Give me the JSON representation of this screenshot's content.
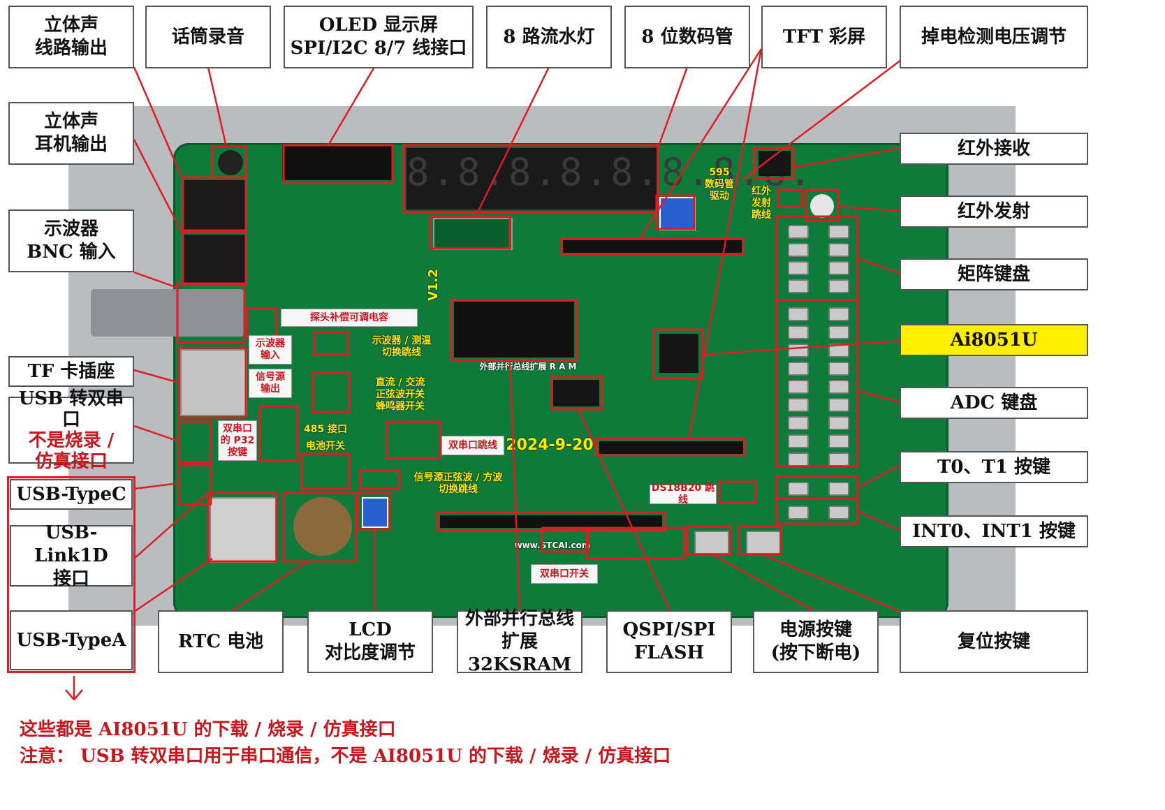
{
  "labels": {
    "stereo_line_out": [
      "立体声",
      "线路输出"
    ],
    "mic_record": "话筒录音",
    "oled": [
      "OLED 显示屏",
      "SPI/I2C 8/7 线接口"
    ],
    "led_8": "8 路流水灯",
    "seg_8": "8 位数码管",
    "tft": "TFT 彩屏",
    "power_fail": "掉电检测电压调节",
    "stereo_headphone": [
      "立体声",
      "耳机输出"
    ],
    "scope_bnc": [
      "示波器",
      "BNC 输入"
    ],
    "tf_card": "TF 卡插座",
    "usb_dual_serial": [
      "USB 转双串口",
      "不是烧录 /",
      "仿真接口"
    ],
    "usb_typec": "USB-TypeC",
    "usb_link1d": [
      "USB-Link1D",
      "接口"
    ],
    "usb_typea": "USB-TypeA",
    "rtc_battery": "RTC 电池",
    "lcd_contrast": [
      "LCD",
      "对比度调节"
    ],
    "ext_bus": [
      "外部并行总线",
      "扩展 32KSRAM"
    ],
    "qspi_flash": [
      "QSPI/SPI",
      "FLASH"
    ],
    "power_key": [
      "电源按键",
      "(按下断电)"
    ],
    "reset_key": "复位按键",
    "ir_receive": "红外接收",
    "ir_transmit": "红外发射",
    "matrix_keypad": "矩阵键盘",
    "mcu": "Ai8051U",
    "adc_keypad": "ADC 键盘",
    "t0t1_keys": "T0、T1 按键",
    "int_keys": "INT0、INT1 按键"
  },
  "inner_labels": {
    "probe_cap": "探头补偿可调电容",
    "scope_input": [
      "示波器",
      "输入"
    ],
    "signal_output": [
      "信号源",
      "输出"
    ],
    "scope_switch": [
      "示波器 / 测温",
      "切换跳线"
    ],
    "dcac": [
      "直流 / 交流",
      "正弦波开关",
      "蜂鸣器开关"
    ],
    "p32_key": [
      "双串口",
      "的 P32",
      "按键"
    ],
    "rs485": "485 接口",
    "battery_switch": "电池开关",
    "dual_serial_jumper": "双串口跳线",
    "signal_jumper": [
      "信号源正弦波 / 方波",
      "切换跳线"
    ],
    "ds18b20": "DS18B20 跳线",
    "dual_serial_switch": "双串口开关",
    "hc595": [
      "595",
      "数码管",
      "驱动"
    ],
    "ir_jumper": [
      "红外",
      "发射",
      "跳线"
    ]
  },
  "board": {
    "date": "2024-9-20",
    "version": "V1.2",
    "sram_text": "外部并行总线扩展 R A M",
    "website": "www.STCAI.com"
  },
  "footer": [
    "这些都是 AI8051U 的下载 / 烧录 / 仿真接口",
    "注意：  USB 转双串口用于串口通信，不是 AI8051U 的下载 / 烧录 / 仿真接口"
  ],
  "colors": {
    "accent": "#c8161d",
    "highlight": "#ffee00",
    "board": "#0f7b3b"
  }
}
